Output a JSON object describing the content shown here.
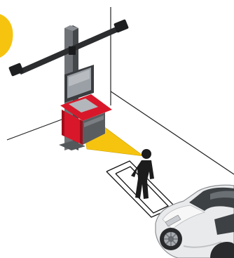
{
  "illustration": {
    "subject": "wheel-alignment-drive-through-scene",
    "colors": {
      "accent_yellow": "#f6c40f",
      "console_red": "#d8182a",
      "console_red_dark": "#9e0f1c",
      "column_gray": "#6f7276",
      "column_gray_dark": "#45484b",
      "beam_dark": "#2b2d2f",
      "monitor_frame": "#3a3c3f",
      "monitor_screen": "#9aa0a6",
      "floor_line": "#222222",
      "car_body": "#e9eaeb",
      "car_shadow": "#bfc2c5",
      "person": "#1c1c1c"
    },
    "elements": [
      "corner-badge",
      "alignment-tower",
      "camera-crossbeam",
      "monitor",
      "console-cabinet",
      "light-cone",
      "walking-person",
      "floor-guide-lines",
      "car"
    ]
  }
}
